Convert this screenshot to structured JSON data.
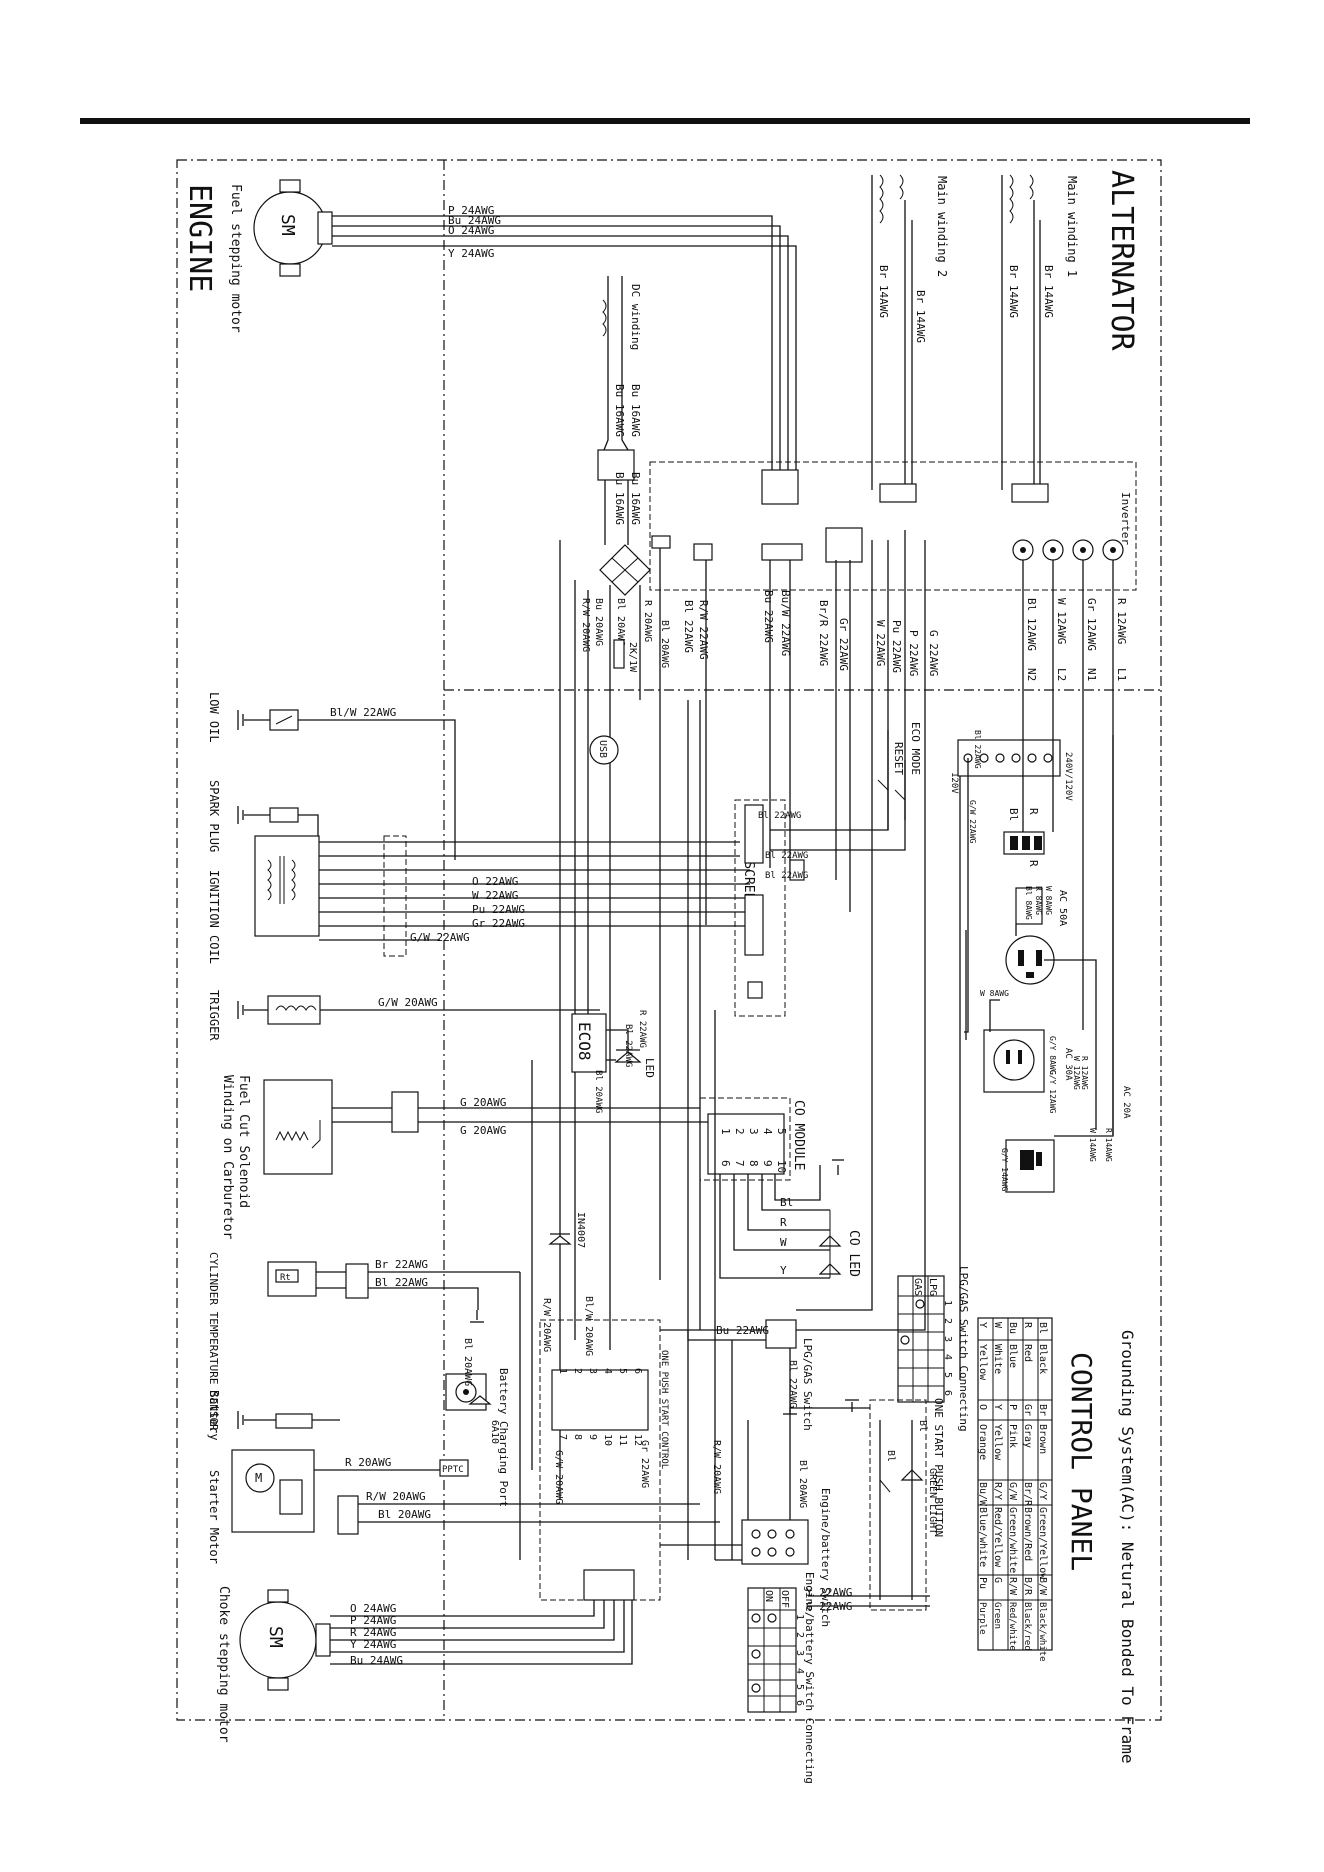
{
  "sections": {
    "alternator": "ALTERNATOR",
    "engine": "ENGINE",
    "control_panel": "CONTROL PANEL",
    "grounding": "Grounding System(AC): Netural Bonded To Frame",
    "inverter": "Inverter"
  },
  "alternator": {
    "main_winding_1": "Main winding 1",
    "main_winding_2": "Main winding 2",
    "wires": [
      "Br 14AWG",
      "Br 14AWG",
      "Br 14AWG",
      "Br 14AWG"
    ]
  },
  "inverter_outputs": [
    {
      "wire": "R 12AWG",
      "line": "L1"
    },
    {
      "wire": "Gr 12AWG",
      "line": "N1"
    },
    {
      "wire": "W 12AWG",
      "line": "L2"
    },
    {
      "wire": "Bl 12AWG",
      "line": "N2"
    }
  ],
  "inverter_signals": [
    "G 22AWG",
    "P 22AWG",
    "Pu 22AWG",
    "W 22AWG",
    "Gr 22AWG",
    "Br/R 22AWG",
    "Bu/W 22AWG",
    "Bu 22AWG",
    "R/W 22AWG",
    "Bl 22AWG"
  ],
  "fuel_stepping_motor": {
    "label": "Fuel stepping motor",
    "symbol": "SM",
    "wires": [
      "P 24AWG",
      "Bu 24AWG",
      "O 24AWG",
      "Y 24AWG"
    ]
  },
  "dc_winding": {
    "label": "DC winding",
    "wires": [
      "Bu 16AWG",
      "Bu 16AWG",
      "Bu 16AWG",
      "Bu 16AWG"
    ]
  },
  "rectifier_wires": [
    "R 20AWG",
    "Bl 20AWG",
    "Bu 20AWG",
    "R/W 20AWG",
    "Bl 20AWG",
    "R/W 20AWG"
  ],
  "resistor": "2K/1W",
  "usb": "USB",
  "eco_mode": "ECO MODE",
  "reset": "RESET",
  "led_screen": {
    "label": "LED SCREEN",
    "wires": [
      "Bl 22AWG",
      "Bl 22AWG",
      "Bl 22AWG"
    ]
  },
  "engine_components": [
    {
      "label": "LOW OIL",
      "wire": "Bl/W 22AWG"
    },
    {
      "label": "SPARK PLUG",
      "wire": ""
    },
    {
      "label": "IGNITION COIL",
      "wire": ""
    },
    {
      "label": "TRIGGER",
      "wire": "G/W 20AWG"
    }
  ],
  "ignition_wires": [
    "O 22AWG",
    "W 22AWG",
    "Pu 22AWG",
    "Gr 22AWG",
    "G/W 22AWG"
  ],
  "eco8": {
    "label": "ECO8",
    "wires": [
      "R 22AWG",
      "Bl 22AWG",
      "Bl 20AWG"
    ],
    "led": "LED"
  },
  "fuel_cut": {
    "label_1": "Fuel Cut Solenoid",
    "label_2": "Winding on Carburetor",
    "wires": [
      "G 20AWG",
      "G 20AWG"
    ]
  },
  "co_module": {
    "label": "CO MODULE",
    "pins_top": [
      "5",
      "4",
      "3",
      "2",
      "1"
    ],
    "pins_bottom": [
      "10",
      "9",
      "8",
      "7",
      "6"
    ],
    "wires": [
      "Bl",
      "R",
      "W",
      "Y"
    ],
    "led": "CO LED"
  },
  "cylinder_sensor": {
    "label": "CYLINDER TEMPERATURE SENSOR",
    "symbol": "Rt",
    "wires": [
      "Br 22AWG",
      "Bl 22AWG"
    ]
  },
  "diode": "IN4007",
  "battery": {
    "label": "Battery",
    "charging_port": "Battery Charging Port",
    "wire": "Bl 20AWG",
    "fuse": "6A10"
  },
  "starter": {
    "label": "Starter Motor",
    "ptc": "PPTC",
    "wires": [
      "R 20AWG",
      "R/W 20AWG",
      "Bl 20AWG"
    ]
  },
  "one_push": {
    "label": "ONE PUSH START CONTROL",
    "pins_top": [
      "1",
      "2",
      "3",
      "4",
      "5",
      "6"
    ],
    "pins_bottom": [
      "7",
      "8",
      "9",
      "10",
      "11",
      "12"
    ],
    "wires": [
      "Bl/W 20AWG",
      "R/W 20AWG",
      "G/W 20AWG",
      "Gr 22AWG",
      "R/W 20AWG"
    ]
  },
  "choke_stepping_motor": {
    "label": "Choke stepping motor",
    "symbol": "SM",
    "wires": [
      "O 24AWG",
      "P 24AWG",
      "R 24AWG",
      "Y 24AWG",
      "Bu 24AWG"
    ]
  },
  "lpg_switch": {
    "label": "LPG/GAS Switch",
    "wire_in": "Bu 22AWG",
    "wire_out": "Bl 22AWG",
    "table_title": "LPG/GAS Switch Connecting",
    "rows": [
      {
        "name": "LPG",
        "cells": [
          "1",
          "2",
          "3",
          "4",
          "5",
          "6"
        ]
      },
      {
        "name": "GAS",
        "cells": [
          "",
          "",
          "",
          "",
          "",
          ""
        ]
      }
    ]
  },
  "engine_switch": {
    "label": "Engine/battery Switch",
    "wire": "Bl 20AWG",
    "table_title": "Engine/battery Switch Connecting",
    "header": [
      "OFF",
      "1",
      "2",
      "3",
      "4",
      "5",
      "6"
    ],
    "row_on": "ON"
  },
  "one_start_button": {
    "label": "ONE START PUSH BUTTON",
    "green_light": "GREEN LIGHT",
    "wires": [
      "Bl",
      "Bl",
      "Y 22AWG",
      "G 22AWG"
    ]
  },
  "receptacles": {
    "dual_120v": "240V/120V",
    "rating_120": "120V",
    "breaker_50": "AC 50A",
    "breaker_30": "AC 30A",
    "breaker_20": "AC 20A",
    "wires_a": [
      "Bl 22AWG",
      "G/W 22AWG",
      "R",
      "Bl",
      "R",
      "W 8AWG",
      "W 8AWG",
      "R 8AWG",
      "Bl 8AWG"
    ],
    "wires_b": [
      "G/Y 8AWG",
      "R 12AWG",
      "G/Y 12AWG",
      "W 12AWG",
      "R 14AWG",
      "W 14AWG",
      "G/Y 14AWG"
    ]
  },
  "color_legend": {
    "rows": [
      [
        [
          "Bl",
          "Black"
        ],
        [
          "Br",
          "Brown"
        ],
        [
          "G/Y",
          "Green/Yellow"
        ],
        [
          "B/W",
          "Black/white"
        ]
      ],
      [
        [
          "R",
          "Red"
        ],
        [
          "Gr",
          "Gray"
        ],
        [
          "Br/R",
          "Brown/Red"
        ],
        [
          "B/R",
          "Black/red"
        ]
      ],
      [
        [
          "Bu",
          "Blue"
        ],
        [
          "P",
          "Pink"
        ],
        [
          "G/W",
          "Green/white"
        ],
        [
          "R/W",
          "Red/white"
        ]
      ],
      [
        [
          "W",
          "White"
        ],
        [
          "Y",
          "Yellow"
        ],
        [
          "R/Y",
          "Red/Yellow"
        ],
        [
          "G",
          "Green"
        ]
      ],
      [
        [
          "Y",
          "Yellow"
        ],
        [
          "O",
          "Orange"
        ],
        [
          "Bu/W",
          "Blue/white"
        ],
        [
          "Pu",
          "Purple"
        ]
      ]
    ]
  }
}
